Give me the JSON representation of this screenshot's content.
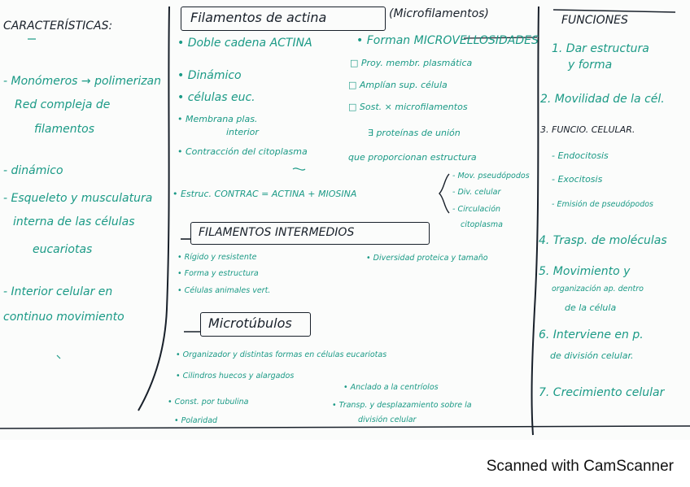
{
  "left": {
    "heading": "CARACTERÍSTICAS:",
    "items": [
      "- Monómeros → polimerizan",
      "Red compleja de",
      "filamentos",
      "- dinámico",
      "- Esqueleto y musculatura",
      "interna de las células",
      "eucariotas",
      "- Interior celular en",
      "continuo movimiento"
    ]
  },
  "middle": {
    "actin": {
      "title": "Filamentos de actina",
      "aside": "(Microfilamentos)",
      "items": [
        "• Doble cadena ACTINA",
        "• Dinámico",
        "• células euc.",
        "• Membrana plas.",
        "interior",
        "• Contracción del citoplasma",
        "• Forman MICROVELLOSIDADES",
        "□ Proy. membr. plasmática",
        "□ Amplían sup. célula",
        "□ Sost. × microfilamentos",
        "∃ proteínas de unión",
        "que proporcionan estructura",
        "• Estruc. CONTRAC = ACTINA + MIOSINA",
        "- Mov. pseudópodos",
        "- Div. celular",
        "- Circulación",
        "citoplasma"
      ]
    },
    "intermediate": {
      "title": "FILAMENTOS INTERMEDIOS",
      "items": [
        "• Rígido y resistente",
        "• Forma y estructura",
        "• Células animales vert.",
        "• Diversidad proteica y tamaño"
      ]
    },
    "micro": {
      "title": "Microtúbulos",
      "items": [
        "• Organizador y distintas formas en células eucariotas",
        "• Cilindros huecos y alargados",
        "• Const. por tubulina",
        "• Polaridad",
        "• Anclado a la centríolos",
        "• Transp. y desplazamiento sobre la",
        "división celular"
      ]
    }
  },
  "right": {
    "heading": "FUNCIONES",
    "items": [
      "1. Dar estructura",
      "y forma",
      "2. Movilidad de la cél.",
      "3. FUNCIO. CELULAR.",
      "- Endocitosis",
      "- Exocitosis",
      "- Emisión de pseudópodos",
      "4. Trasp. de moléculas",
      "5. Movimiento y",
      "organización ap. dentro",
      "de la célula",
      "6. Interviene en p.",
      "de división celular.",
      "7. Crecimiento celular"
    ]
  },
  "footer": {
    "text": "Scanned with CamScanner"
  },
  "colors": {
    "ink_green": "#1b9a86",
    "ink_black": "#18202a",
    "paper": "#fbfcfb"
  }
}
